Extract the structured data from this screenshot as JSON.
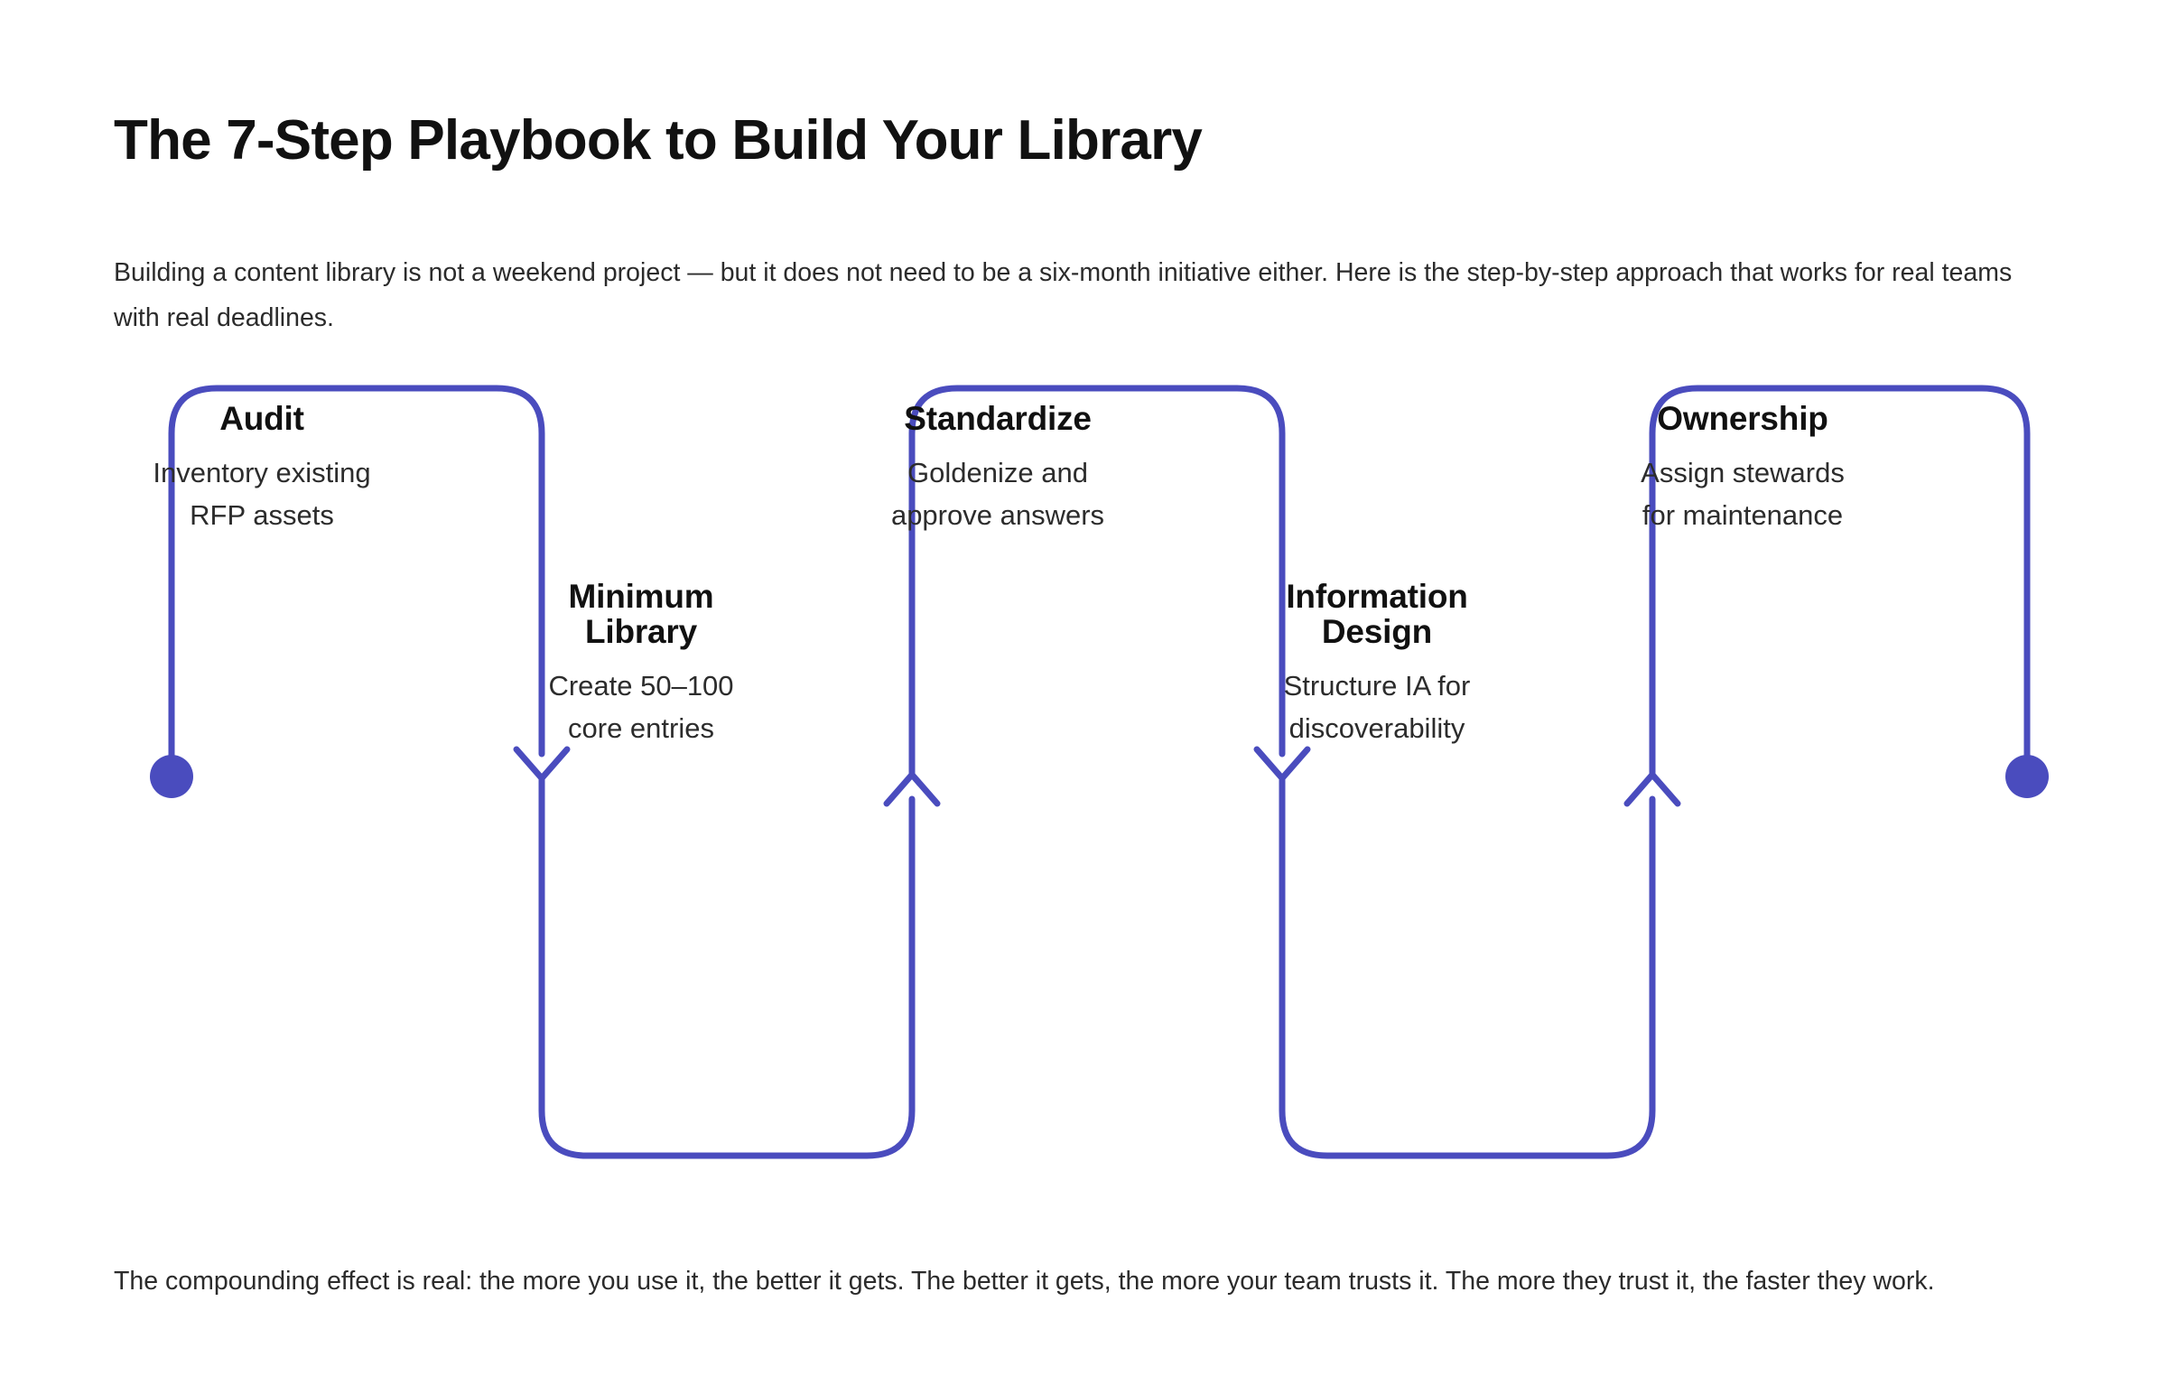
{
  "page": {
    "title": "The 7-Step Playbook to Build Your Library",
    "intro": "Building a content library is not a weekend project — but it does not need to be a six-month initiative either. Here is the step-by-step approach that works for real teams with real deadlines.",
    "outro": "The compounding effect is real: the more you use it, the better it gets. The better it gets, the more your team trusts it. The more they trust it, the faster they work.",
    "background_color": "#ffffff",
    "text_color": "#1a1a1a"
  },
  "diagram": {
    "type": "serpentine-flow",
    "accent_color": "#4a4cbe",
    "stroke_width": 7,
    "start_marker": "dot",
    "end_marker": "dot",
    "steps": [
      {
        "id": "audit",
        "position": "top",
        "title": "Audit",
        "desc_line1": "Inventory existing",
        "desc_line2": "RFP assets"
      },
      {
        "id": "minimum-library",
        "position": "bottom",
        "title_line1": "Minimum",
        "title_line2": "Library",
        "title": "Minimum Library",
        "desc_line1": "Create 50–100",
        "desc_line2": "core entries"
      },
      {
        "id": "standardize",
        "position": "top",
        "title": "Standardize",
        "desc_line1": "Goldenize and",
        "desc_line2": "approve answers"
      },
      {
        "id": "information-design",
        "position": "bottom",
        "title_line1": "Information",
        "title_line2": "Design",
        "title": "Information Design",
        "desc_line1": "Structure IA for",
        "desc_line2": "discoverability"
      },
      {
        "id": "ownership",
        "position": "top",
        "title": "Ownership",
        "desc_line1": "Assign stewards",
        "desc_line2": "for maintenance"
      }
    ],
    "connector_arrows": [
      "down",
      "up",
      "down",
      "up"
    ]
  }
}
